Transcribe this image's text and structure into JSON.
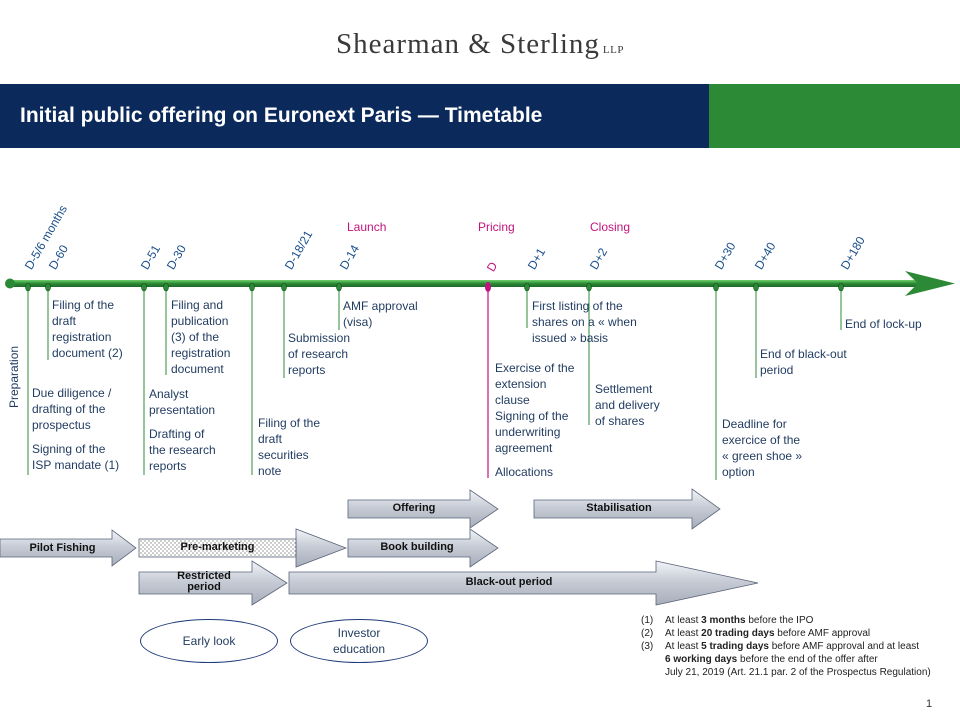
{
  "logo": {
    "text": "Shearman & Sterling",
    "suffix": "LLP"
  },
  "title": "Initial public offering on Euronext Paris — Timetable",
  "phases": {
    "launch": "Launch",
    "pricing": "Pricing",
    "closing": "Closing"
  },
  "ticks": [
    "D-5/6 months",
    "D-60",
    "D-51",
    "D-30",
    "D-18/21",
    "D-14",
    "D",
    "D+1",
    "D+2",
    "D+30",
    "D+40",
    "D+180"
  ],
  "labels": {
    "preparation": "Preparation",
    "filing_draft_registration": "Filing of the\ndraft\nregistration\ndocument (2)",
    "due_diligence": "Due diligence /\ndrafting of the\nprospectus",
    "signing_isp": "Signing of the\nISP mandate (1)",
    "filing_publication": "Filing and\npublication\n(3) of the\nregistration\ndocument",
    "analyst_presentation": "Analyst\npresentation",
    "drafting_research": "Drafting of\nthe research\nreports",
    "filing_securities_note": "Filing of the\ndraft\nsecurities\nnote",
    "submission_research": "Submission\nof research\nreports",
    "amf_approval": "AMF approval\n(visa)",
    "exercise_extension": "Exercise of the\nextension\nclause",
    "signing_underwriting": "Signing of the\nunderwriting\nagreement",
    "allocations": "Allocations",
    "first_listing": "First listing of the\nshares on a « when\nissued » basis",
    "settlement": "Settlement\nand delivery\nof shares",
    "deadline_green_shoe": "Deadline for\nexercice of the\n« green shoe »\noption",
    "end_blackout": "End of black-out\nperiod",
    "end_lockup": "End of lock-up"
  },
  "bars": {
    "offering": "Offering",
    "stabilisation": "Stabilisation",
    "pilot_fishing": "Pilot Fishing",
    "pre_marketing": "Pre-marketing",
    "book_building": "Book building",
    "restricted_period": "Restricted\nperiod",
    "blackout_period": "Black-out period"
  },
  "ovals": {
    "early_look": "Early look",
    "investor_education": "Investor\neducation"
  },
  "notes": [
    {
      "num": "(1)",
      "pre": "At least ",
      "bold": "3 months",
      "post": " before the IPO",
      "line2bold": "",
      "line2post": "",
      "line3": ""
    },
    {
      "num": "(2)",
      "pre": "At least ",
      "bold": "20 trading days",
      "post": " before AMF approval",
      "line2bold": "",
      "line2post": "",
      "line3": ""
    },
    {
      "num": "(3)",
      "pre": "At least ",
      "bold": "5 trading days",
      "post": " before AMF approval and at least",
      "line2bold": "6 working days",
      "line2post": " before the end of the offer after",
      "line3": "July 21, 2019 (Art. 21.1 par. 2 of the Prospectus Regulation)"
    }
  ],
  "page_number": "1",
  "colors": {
    "navy": "#0b2a5b",
    "green": "#2c8a37",
    "magenta": "#c0147e",
    "text": "#1f3a5f"
  }
}
